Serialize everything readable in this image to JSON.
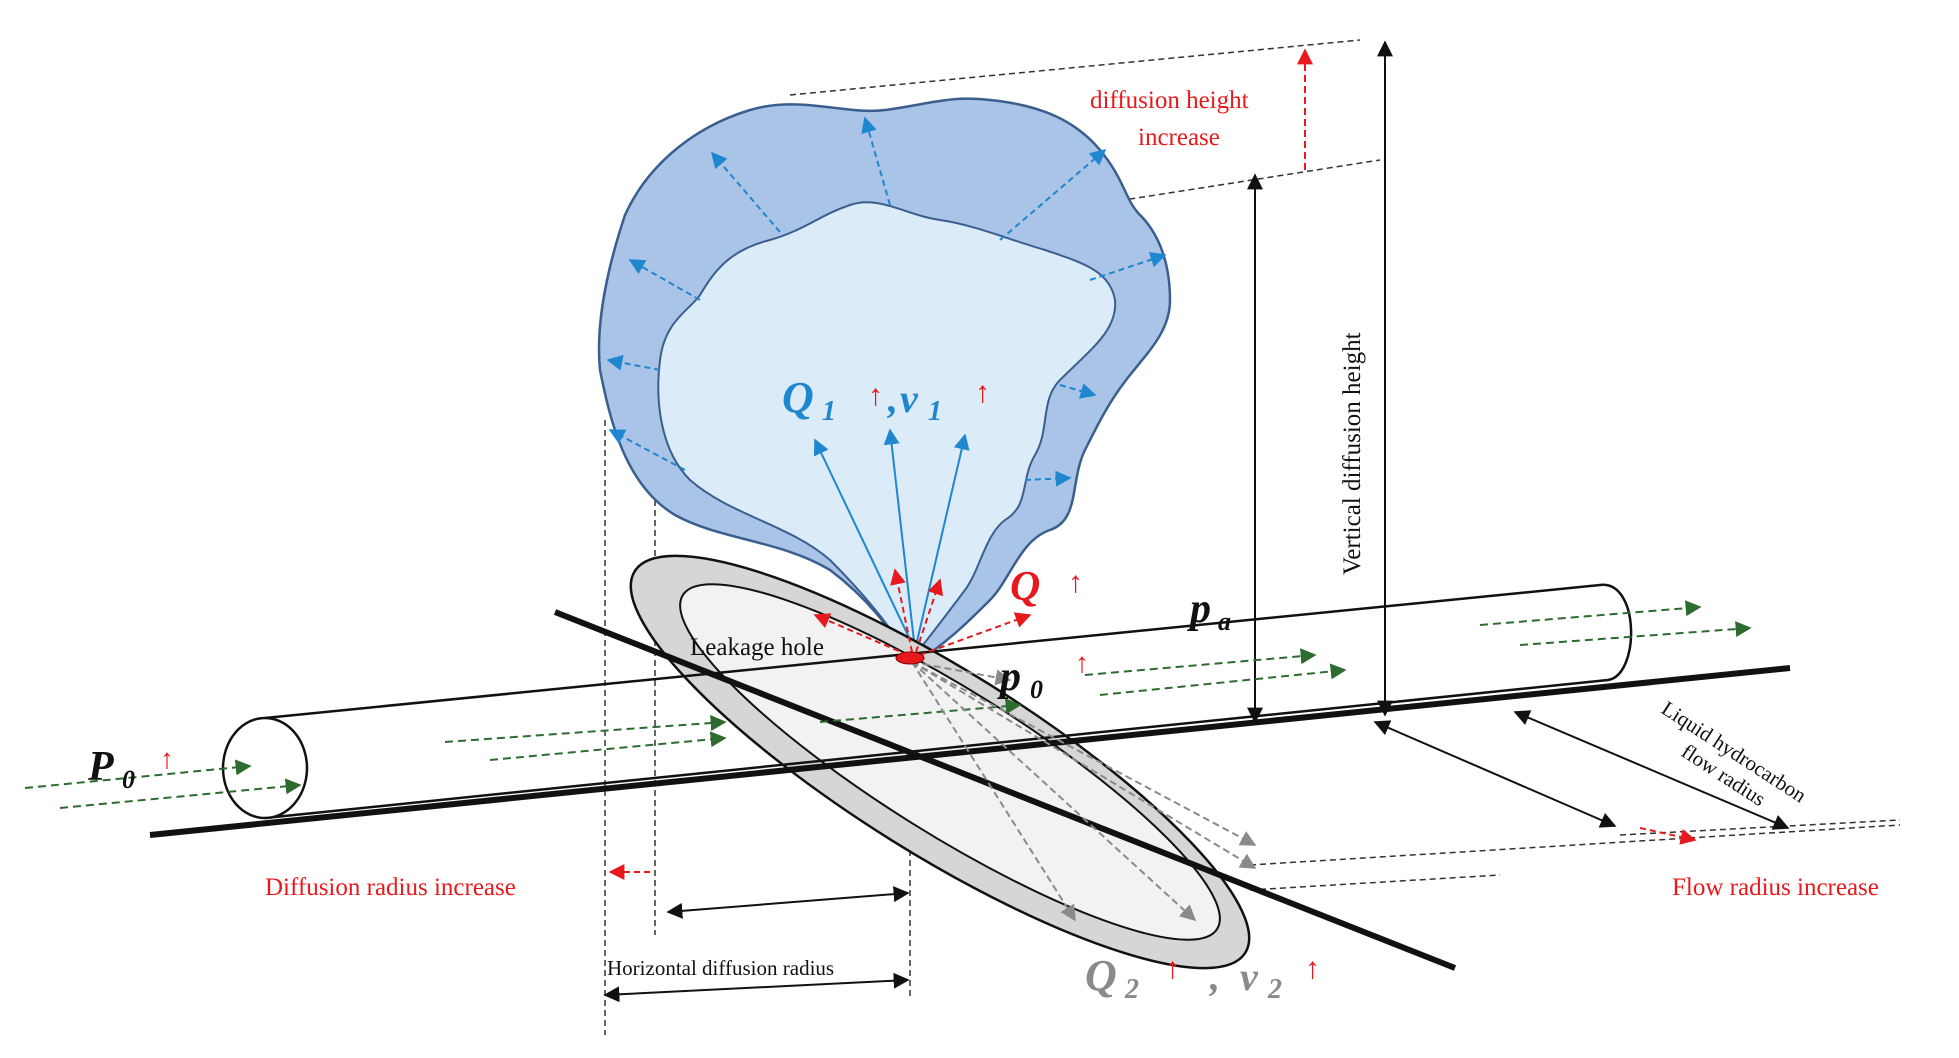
{
  "labels": {
    "diffusion_height_increase_line1": "diffusion height",
    "diffusion_height_increase_line2": "increase",
    "vertical_diffusion_height": "Vertical diffusion height",
    "leakage_hole": "Leakage hole",
    "liquid_flow_radius_line1": "Liquid hydrocarbon",
    "liquid_flow_radius_line2": "flow radius",
    "flow_radius_increase": "Flow radius increase",
    "diffusion_radius_increase": "Diffusion radius increase",
    "horizontal_diffusion_radius": "Horizontal diffusion radius"
  },
  "symbols": {
    "Q1": "Q",
    "Q1_sub": "1",
    "v1": "v",
    "v1_sub": "1",
    "Q": "Q",
    "Q2": "Q",
    "Q2_sub": "2",
    "v2": "v",
    "v2_sub": "2",
    "pa": "p",
    "pa_sub": "a",
    "p0_mid": "p",
    "p0_mid_sub": "0",
    "P0_left": "P",
    "P0_left_sub": "0",
    "comma": ",",
    "up_arrow": "↑"
  },
  "colors": {
    "cloud_outer": "#a9c4e6",
    "cloud_inner": "#dcebf8",
    "cloud_stroke": "#3a5f8f",
    "blue_arrow": "#1f86d0",
    "red": "#e8191c",
    "green_arrow": "#2e6b2e",
    "gray_arrow": "#8a8a8a",
    "ring_gray": "#d6d6d6"
  }
}
